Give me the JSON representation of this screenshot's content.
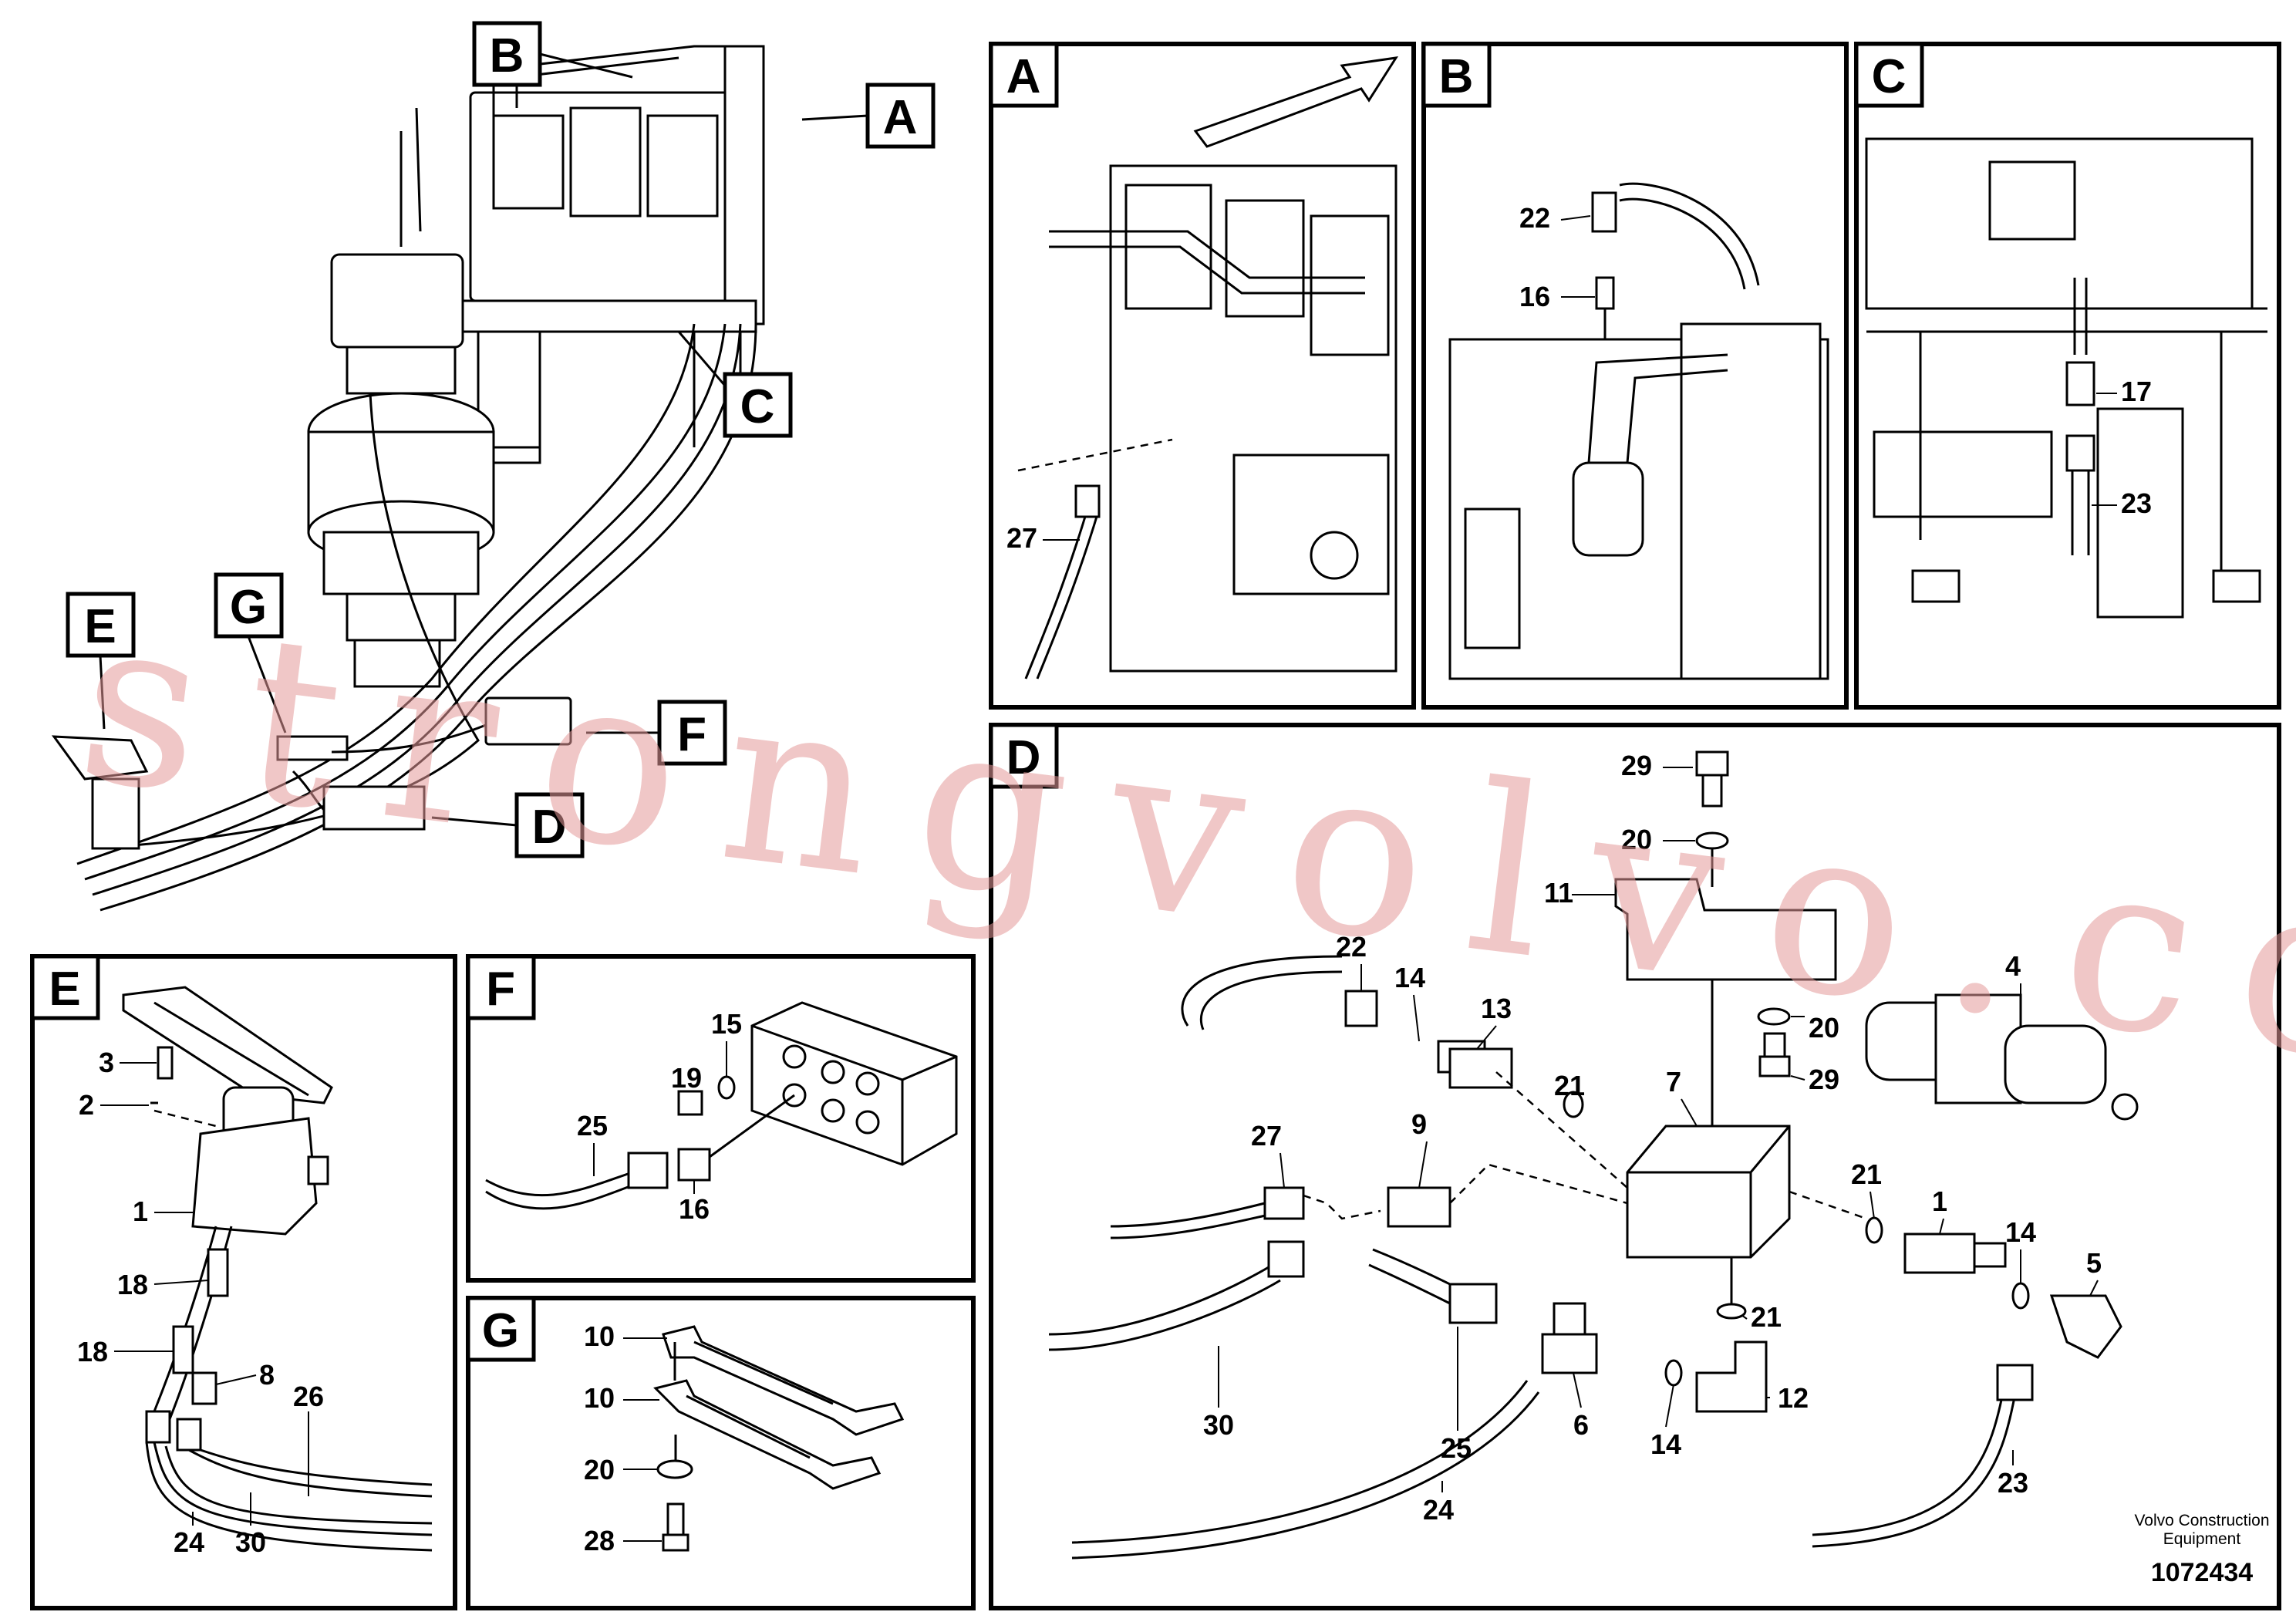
{
  "overview": {
    "section_tags": [
      "A",
      "B",
      "C",
      "D",
      "E",
      "F",
      "G"
    ]
  },
  "panels": {
    "A": {
      "tag": "A",
      "callouts": [
        "27"
      ]
    },
    "B": {
      "tag": "B",
      "callouts": [
        "22",
        "16"
      ]
    },
    "C": {
      "tag": "C",
      "callouts": [
        "17",
        "23"
      ]
    },
    "D": {
      "tag": "D",
      "callouts": [
        "29",
        "20",
        "11",
        "22",
        "14",
        "13",
        "21",
        "4",
        "20",
        "29",
        "7",
        "27",
        "9",
        "21",
        "1",
        "14",
        "5",
        "30",
        "25",
        "6",
        "14",
        "12",
        "21",
        "24",
        "23"
      ]
    },
    "E": {
      "tag": "E",
      "callouts": [
        "3",
        "2",
        "1",
        "18",
        "18",
        "8",
        "26",
        "24",
        "30"
      ]
    },
    "F": {
      "tag": "F",
      "callouts": [
        "19",
        "15",
        "25",
        "16"
      ]
    },
    "G": {
      "tag": "G",
      "callouts": [
        "10",
        "10",
        "20",
        "28"
      ]
    }
  },
  "footer": {
    "company_line1": "Volvo Construction",
    "company_line2": "Equipment",
    "doc_number": "1072434"
  },
  "watermark": "strongvolvo.com"
}
